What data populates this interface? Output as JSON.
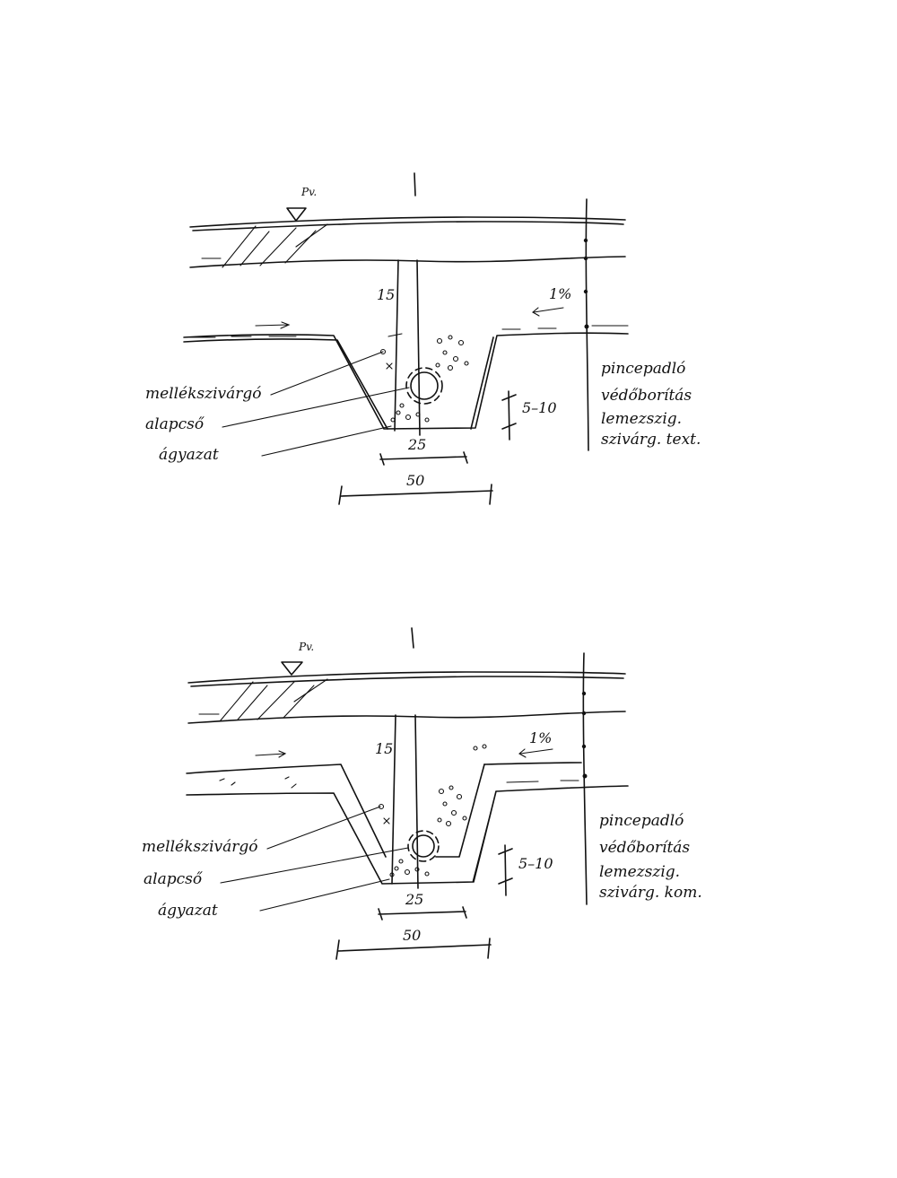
{
  "drawings": [
    {
      "level_mark": "Pv.",
      "dim_top": "15",
      "slope": "1%",
      "dim_bottom_offset": "5–10",
      "dim_trench_bottom": "25",
      "dim_trench_top": "50",
      "labels_left": [
        "mellékszivárgó",
        "alapcső",
        "ágyazat"
      ],
      "labels_right": [
        "pincepadló",
        "védőborítás",
        "lemezszig.",
        "szivárg. text."
      ]
    },
    {
      "level_mark": "Pv.",
      "dim_top": "15",
      "slope": "1%",
      "dim_bottom_offset": "5–10",
      "dim_trench_bottom": "25",
      "dim_trench_top": "50",
      "labels_left": [
        "mellékszivárgó",
        "alapcső",
        "ágyazat"
      ],
      "labels_right": [
        "pincepadló",
        "védőborítás",
        "lemezszig.",
        "szivárg. kom."
      ]
    }
  ]
}
